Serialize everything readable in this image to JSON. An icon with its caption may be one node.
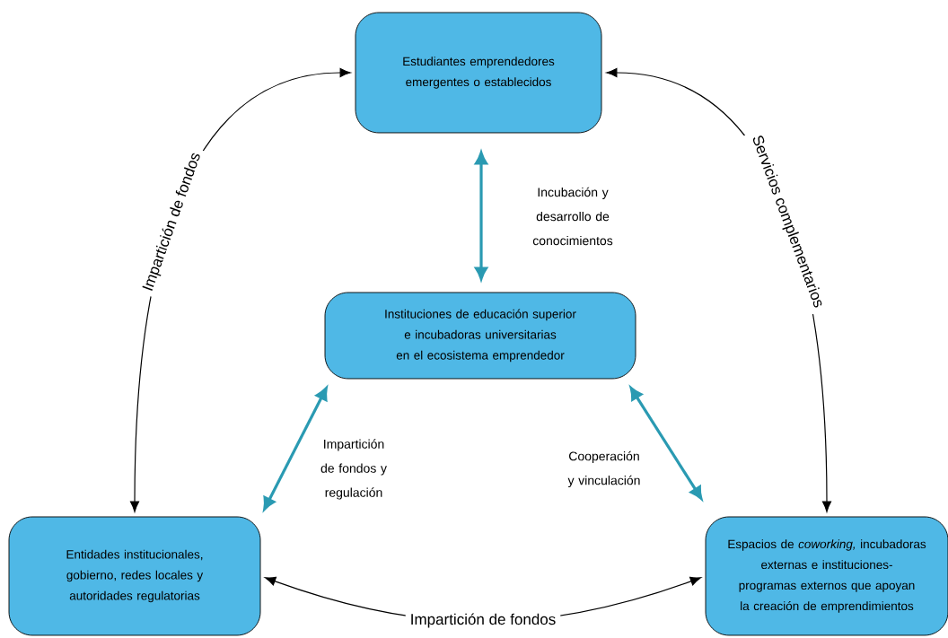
{
  "diagram": {
    "nodes": [
      {
        "text": [
          "Estudiantes emprendedores emergentes o establecidos"
        ]
      },
      {
        "text": [
          "Instituciones de educación superior e incubadoras universitarias en el ecosistema emprendedor"
        ]
      },
      {
        "text": [
          "Entidades institucionales, gobierno, redes locales y autoridades regulatorias"
        ]
      },
      {
        "text": [
          "Espacios de *coworking,* incubadoras externas e instituciones-programas externos que apoyan la creación de emprendimientos"
        ]
      }
    ],
    "edges": [
      {
        "from": 0,
        "to": 1,
        "arrow": "both",
        "label": "Incubación y desarrollo de conocimientos",
        "style": "thick",
        "color": "#2a9ab2"
      },
      {
        "from": 1,
        "to": 2,
        "arrow": "both",
        "label": "Impartición de fondos y regulación",
        "style": "thick",
        "color": "#2a9ab2"
      },
      {
        "from": 1,
        "to": 3,
        "arrow": "both",
        "label": "Cooperación y vinculación",
        "style": "thick",
        "color": "#2a9ab2"
      },
      {
        "from": 2,
        "to": 0,
        "arrow": "both",
        "label": "Impartición de fondos",
        "color": "#000000"
      },
      {
        "from": 0,
        "to": 3,
        "arrow": "both",
        "label": "Servicios complementarios",
        "color": "#000000"
      },
      {
        "from": 2,
        "to": 3,
        "arrow": "both",
        "label": "Impartición de fondos",
        "color": "#000000"
      }
    ]
  }
}
